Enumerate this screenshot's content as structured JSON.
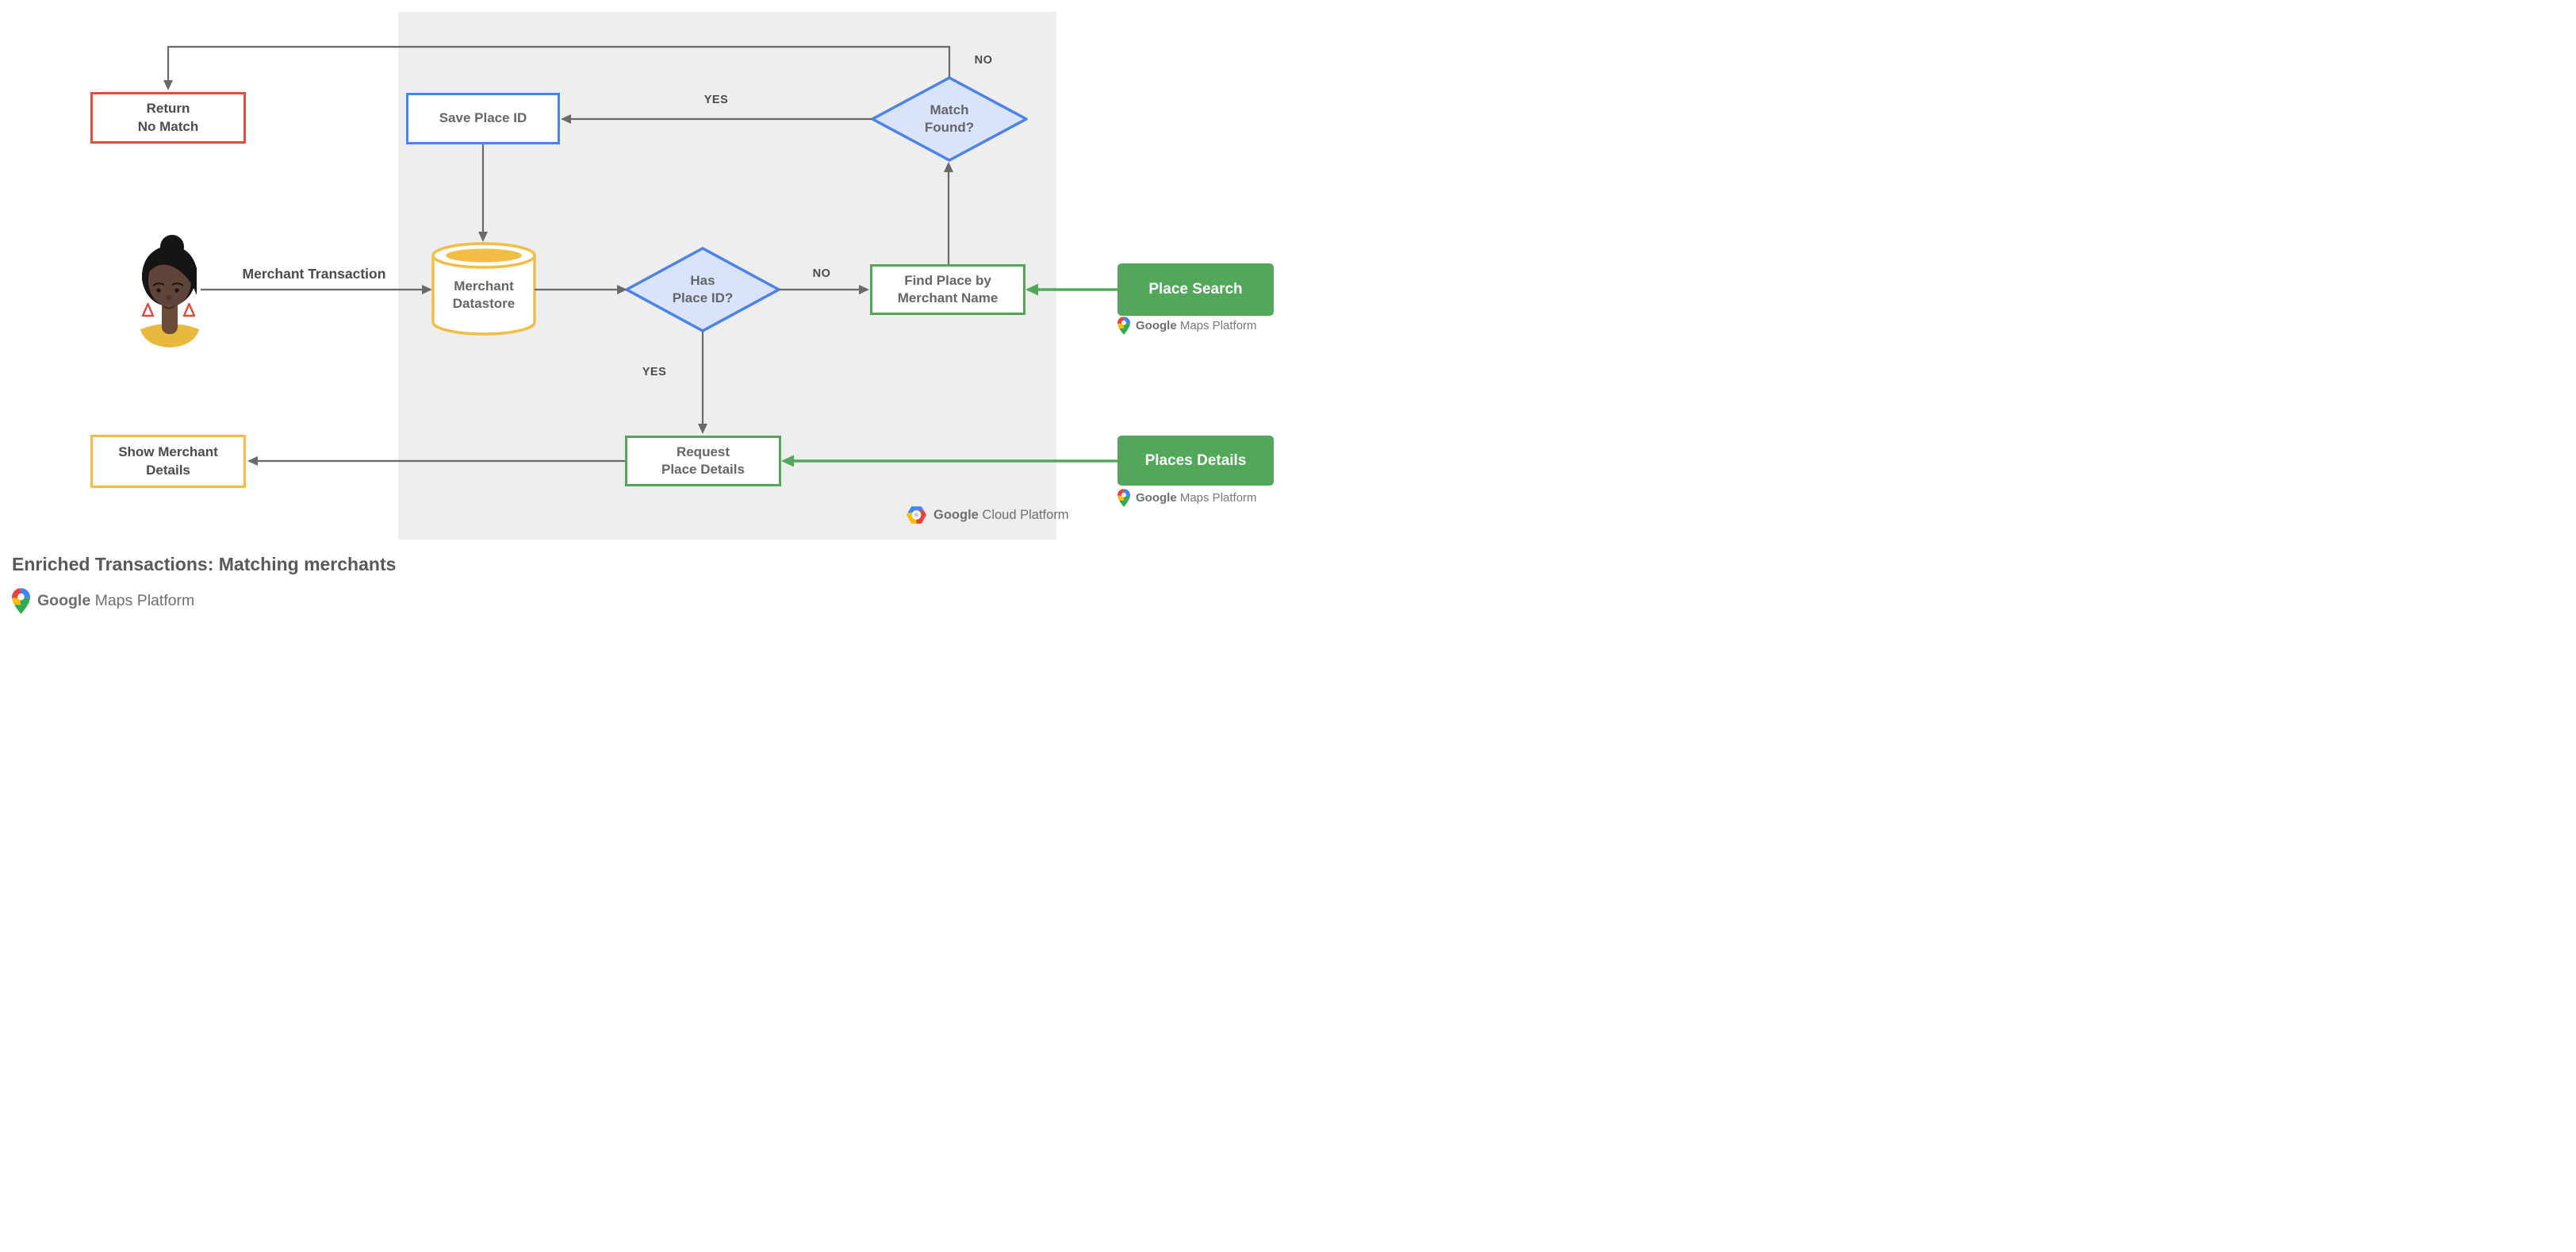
{
  "title": "Enriched Transactions: Matching merchants",
  "colors": {
    "red": "#DB4F3C",
    "blue": "#4C82EC",
    "blue_fill": "#D9E3F9",
    "yellow": "#F3BC45",
    "green": "#53A75B",
    "panel": "#EEEEEE",
    "line": "#6A6A6A"
  },
  "nodes": {
    "return_no_match": {
      "line1": "Return",
      "line2": "No Match"
    },
    "save_place_id": {
      "label": "Save Place ID"
    },
    "match_found": {
      "line1": "Match",
      "line2": "Found?"
    },
    "merchant_datastore": {
      "line1": "Merchant",
      "line2": "Datastore"
    },
    "has_place_id": {
      "line1": "Has",
      "line2": "Place ID?"
    },
    "find_place": {
      "line1": "Find Place by",
      "line2": "Merchant Name"
    },
    "place_search": {
      "label": "Place Search"
    },
    "request_place_details": {
      "line1": "Request",
      "line2": "Place Details"
    },
    "show_merchant_details": {
      "line1": "Show Merchant",
      "line2": "Details"
    },
    "places_details": {
      "label": "Places Details"
    }
  },
  "edges": {
    "merchant_transaction": "Merchant Transaction",
    "no_top": "NO",
    "yes_top": "YES",
    "no_mid": "NO",
    "yes_mid": "YES"
  },
  "logos": {
    "maps_platform": {
      "part1": "Google",
      "part2": " Maps Platform"
    },
    "cloud_platform": {
      "part1": "Google",
      "part2": " Cloud Platform"
    }
  }
}
